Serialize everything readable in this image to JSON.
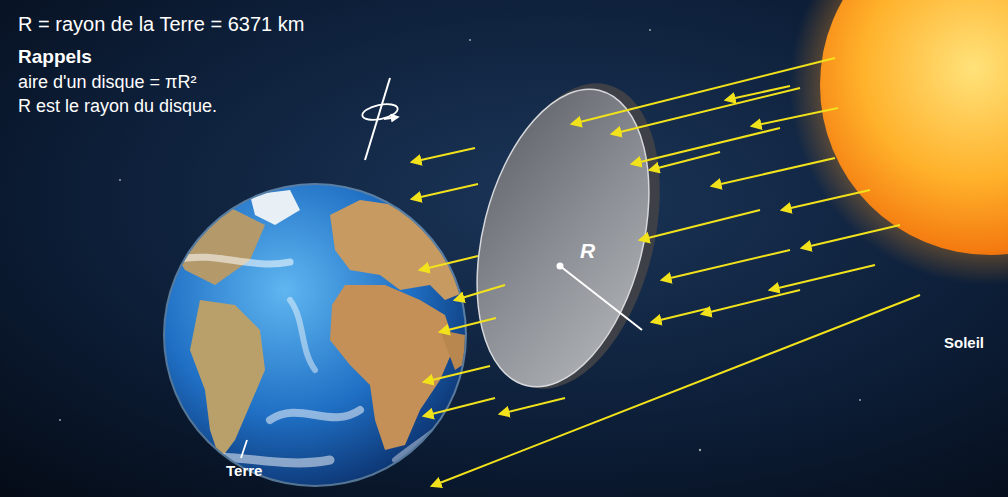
{
  "diagram": {
    "labels": [
      "R = rayon de la Terre = 6371 km",
      "Rappels",
      "aire d'un disque = πR²",
      "R est le rayon du disque.",
      "R",
      "Soleil",
      "Terre"
    ]
  }
}
